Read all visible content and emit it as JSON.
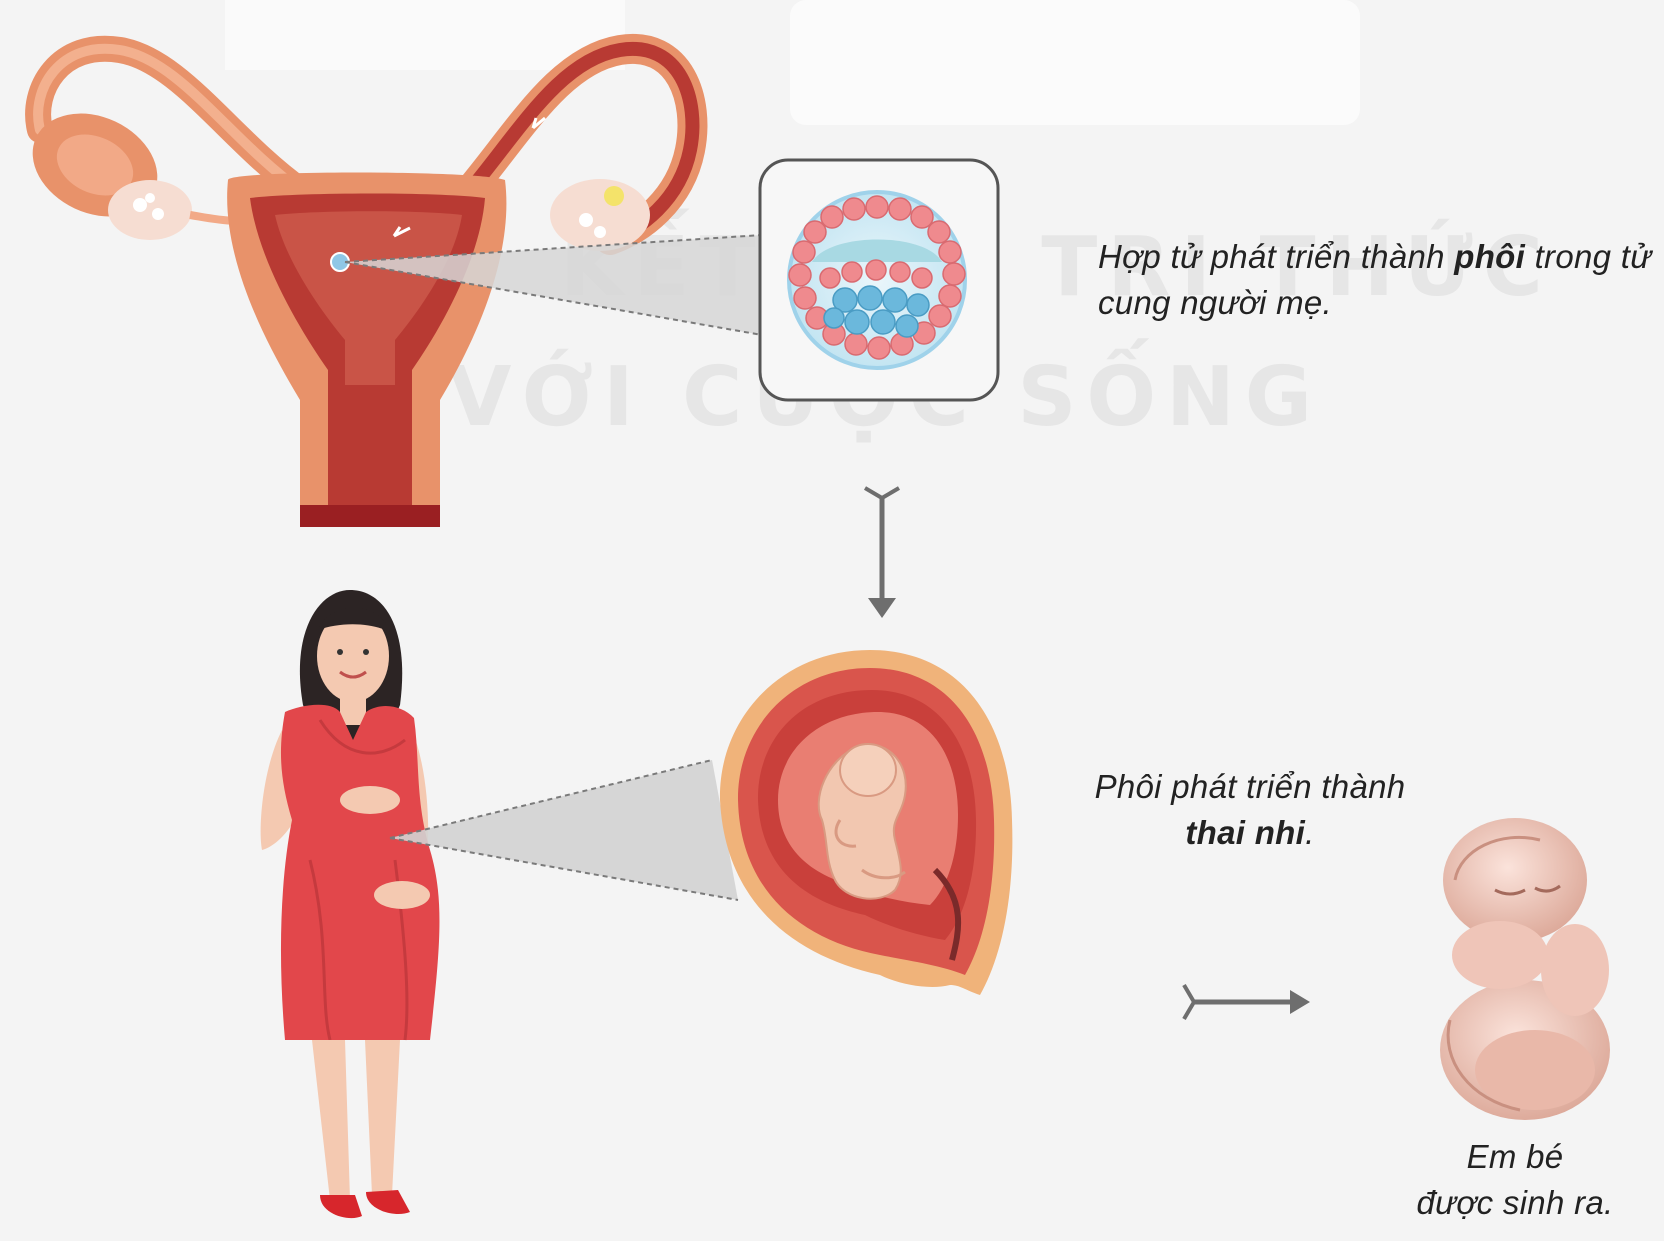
{
  "watermark": {
    "line1": "KẾT NỐI TRI THỨC",
    "line2": "VỚI CUỘC SỐNG"
  },
  "captions": {
    "embryo": {
      "text_before": "Hợp tử phát triển thành ",
      "bold": "phôi",
      "text_after": " trong tử cung người mẹ."
    },
    "fetus": {
      "text_before": "Phôi phát triển thành ",
      "bold": "thai nhi",
      "text_after": "."
    },
    "birth": {
      "line1": "Em bé",
      "line2": "được sinh ra."
    }
  },
  "icons": [
    "uterus-illustration",
    "blastocyst-illustration",
    "pregnant-woman-illustration",
    "fetus-in-womb-illustration",
    "newborn-baby-illustration",
    "arrow-down-icon",
    "arrow-right-icon"
  ],
  "colors": {
    "uterus_outer": "#e8926a",
    "uterus_inner": "#b83a33",
    "dress": "#e2474b",
    "skin": "#f4c9b1",
    "arrow": "#6e6e6e",
    "cell_red": "#ef8a8e",
    "cell_blue": "#6bb8dc",
    "baby_skin": "#f2cfc4"
  }
}
